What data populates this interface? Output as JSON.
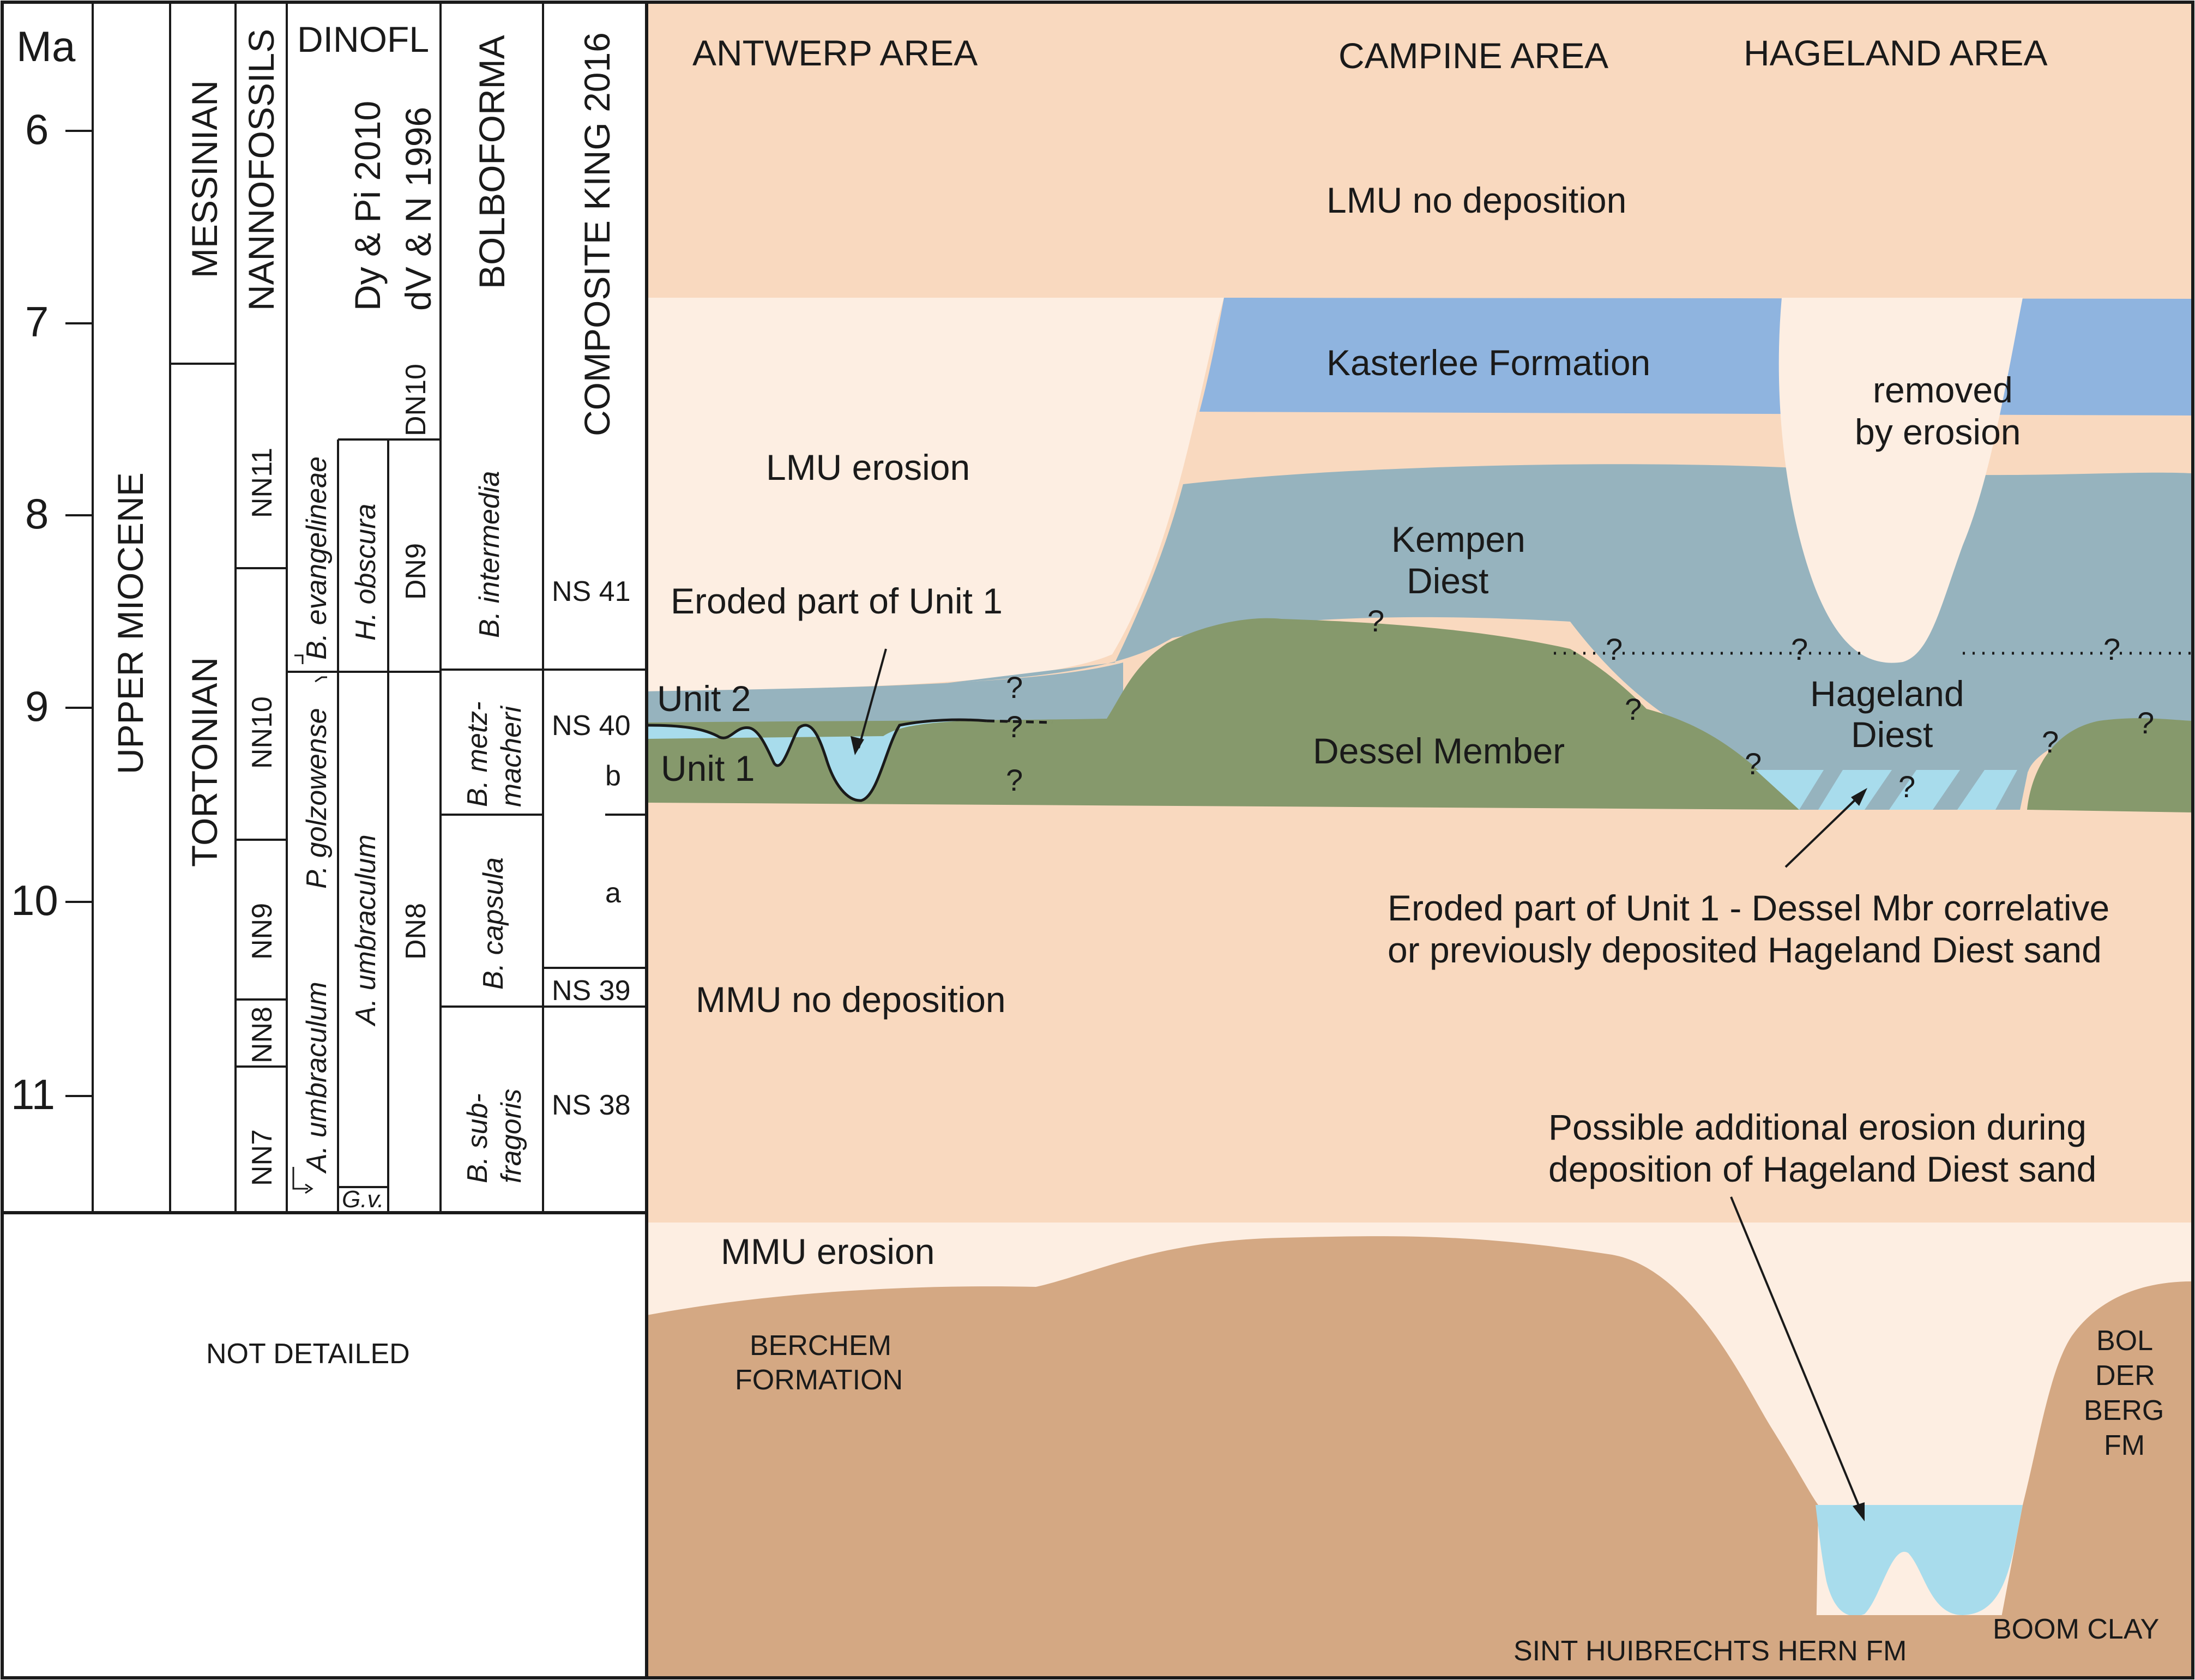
{
  "time_scale": {
    "unit": "Ma",
    "ticks": [
      "6",
      "7",
      "8",
      "9",
      "10",
      "11"
    ]
  },
  "columns": {
    "epoch": "UPPER MIOCENE",
    "stage_upper": "MESSINIAN",
    "stage_lower": "TORTONIAN",
    "nannofossils_header": "NANNOFOSSILS",
    "nannofossil_zones": [
      "NN11",
      "NN10",
      "NN9",
      "NN8",
      "NN7"
    ],
    "dinofl_header": "DINOFL",
    "dinofl_refs": [
      "Dy & Pi 2010",
      "dV & N 1996"
    ],
    "dinofl_taxa": [
      "B. evangelineae",
      "P. golzowense",
      "A. umbraculum",
      "H. obscura",
      "A. umbraculum",
      "G.v."
    ],
    "dn_zones": [
      "DN10",
      "DN9",
      "DN8"
    ],
    "bolboforma_header": "BOLBOFORMA",
    "bolboforma_taxa": [
      "B. intermedia",
      "B. metz-",
      "macheri",
      "B. capsula",
      "B. sub-",
      "fragoris"
    ],
    "composite_header": "COMPOSITE KING 2016",
    "ns_zones": [
      "NS 41",
      "NS 40",
      "b",
      "a",
      "NS 39",
      "NS 38"
    ],
    "not_detailed": "NOT DETAILED"
  },
  "areas": [
    "ANTWERP AREA",
    "CAMPINE AREA",
    "HAGELAND AREA"
  ],
  "units": {
    "lmu_nodep": "LMU no deposition",
    "kasterlee": "Kasterlee Formation",
    "removed_1": "removed",
    "removed_2": "by erosion",
    "lmu_erosion": "LMU erosion",
    "kempen_1": "Kempen",
    "kempen_2": "Diest",
    "eroded_unit1": "Eroded part of Unit 1",
    "unit2": "Unit 2",
    "unit1": "Unit 1",
    "dessel": "Dessel Member",
    "hageland_1": "Hageland",
    "hageland_2": "Diest",
    "eroded_note_1": "Eroded part of Unit 1 - Dessel Mbr correlative",
    "eroded_note_2": "or previously deposited Hageland Diest sand",
    "mmu_nodep": "MMU no deposition",
    "possible_1": "Possible additional erosion during",
    "possible_2": "deposition of Hageland Diest sand",
    "mmu_erosion": "MMU erosion",
    "berchem_1": "BERCHEM",
    "berchem_2": "FORMATION",
    "bolderberg": [
      "BOL",
      "DER",
      "BERG",
      "FM"
    ],
    "sint_huibrechts": "SINT HUIBRECHTS HERN FM",
    "boom_clay": "BOOM CLAY",
    "question": "?"
  },
  "colors": {
    "peach": "#f9d9bf",
    "pale_peach": "#fdeee2",
    "kasterlee_blue": "#8fb4df",
    "diest_bluegrey": "#96b3be",
    "dessel_green": "#86996c",
    "light_blue": "#a8dcec",
    "tan": "#d4a883",
    "line": "#1a1a1a"
  }
}
